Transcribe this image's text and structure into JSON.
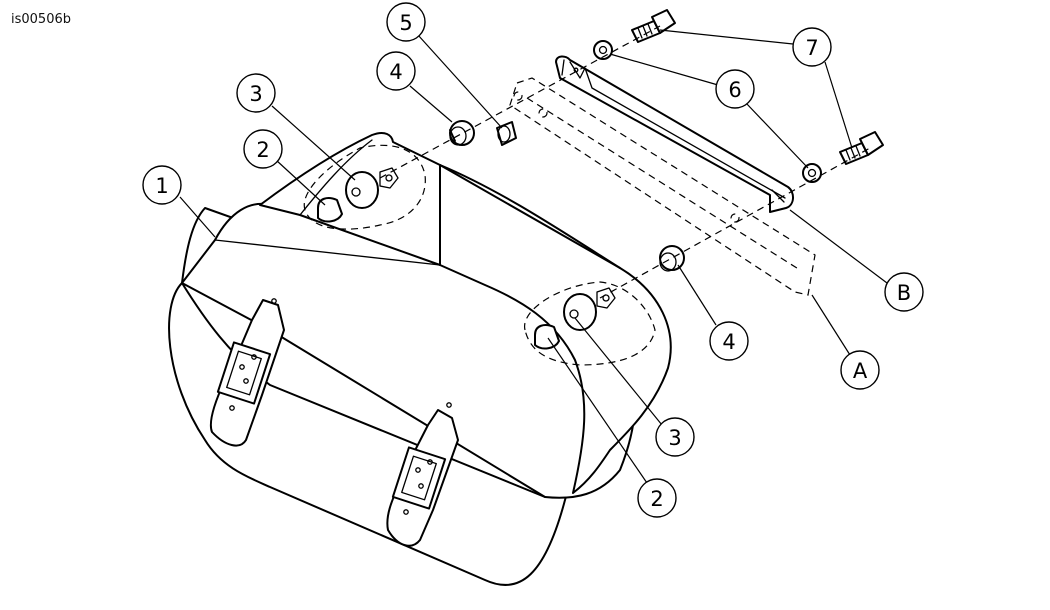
{
  "figure": {
    "reference_code": "is00506b",
    "callouts": {
      "c1": "1",
      "c2a": "2",
      "c2b": "2",
      "c3a": "3",
      "c3b": "3",
      "c4a": "4",
      "c4b": "4",
      "c5": "5",
      "c6": "6",
      "c7": "7",
      "cA": "A",
      "cB": "B"
    }
  }
}
